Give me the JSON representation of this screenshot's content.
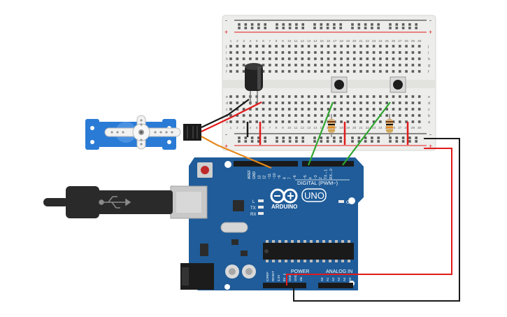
{
  "canvas": {
    "background": "#ffffff"
  },
  "breadboard": {
    "row_letters_top": [
      "j",
      "i",
      "h",
      "g",
      "f"
    ],
    "row_letters_bottom": [
      "e",
      "d",
      "c",
      "b",
      "a"
    ],
    "column_numbers": [
      "1",
      "2",
      "3",
      "4",
      "5",
      "6",
      "7",
      "8",
      "9",
      "10",
      "11",
      "12",
      "13",
      "14",
      "15",
      "16",
      "17",
      "18",
      "19",
      "20",
      "21",
      "22",
      "23",
      "24",
      "25",
      "26",
      "27",
      "28",
      "29",
      "30"
    ],
    "rail_plus": "+",
    "rail_minus": "-"
  },
  "arduino": {
    "logo_text": "ARDUINO",
    "model": "UNO",
    "digital_header_label": "DIGITAL (PWM~)",
    "analog_header_label": "ANALOG IN",
    "power_header_label": "POWER",
    "on_led_label": "ON",
    "led_l_label": "L",
    "led_tx_label": "TX",
    "led_rx_label": "RX",
    "top_pin_labels": [
      "AREF",
      "GND",
      "13",
      "12",
      "~11",
      "~10",
      "~9",
      "8",
      "7",
      "~6",
      "~5",
      "4",
      "~3",
      "2",
      "TX→1",
      "RX←0"
    ],
    "power_pin_labels": [
      "IOREF",
      "RESET",
      "3.3V",
      "5V",
      "GND",
      "GND",
      "Vin"
    ],
    "analog_pin_labels": [
      "A0",
      "A1",
      "A2",
      "A3",
      "A4",
      "A5"
    ]
  },
  "colors": {
    "board": "#1f5c99",
    "board_dark": "#174a7c",
    "wire_red": "#e01b1b",
    "wire_black": "#1a1a1a",
    "wire_green": "#2fa52f",
    "wire_orange": "#e58a1f",
    "servo_blue": "#2a7bd6",
    "breadboard": "#ededeb"
  }
}
